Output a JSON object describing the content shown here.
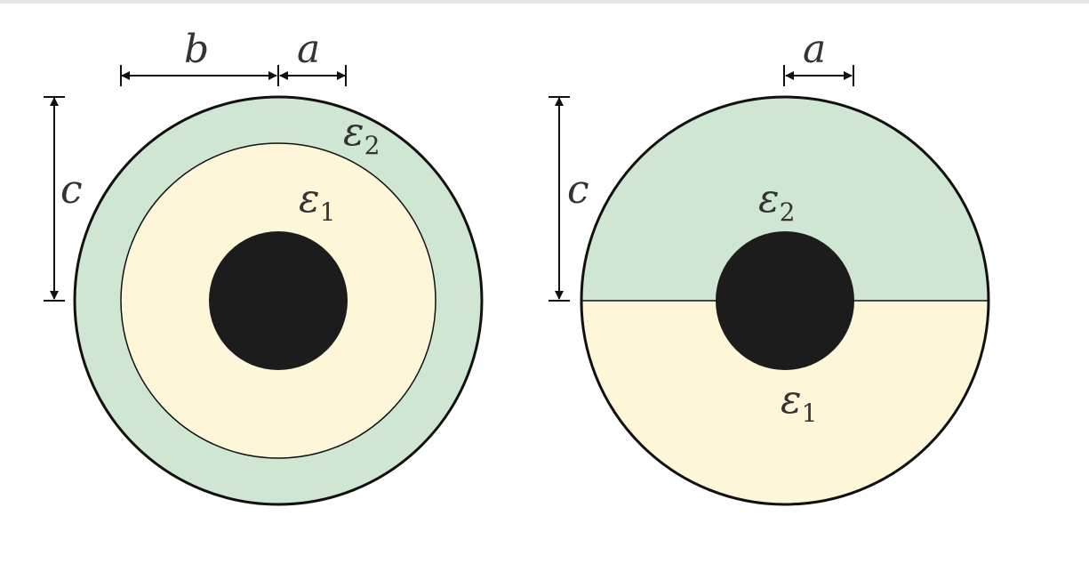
{
  "colors": {
    "outer_shell": "#cfe6d3",
    "inner_layer": "#fdf6d8",
    "conductor": "#1c1c1c",
    "outline": "#111111",
    "label": "#333333"
  },
  "left_figure": {
    "label_b": "b",
    "label_a": "a",
    "label_c": "c",
    "eps2": "ε",
    "eps2_sub": "2",
    "eps1": "ε",
    "eps1_sub": "1"
  },
  "right_figure": {
    "label_a": "a",
    "label_c": "c",
    "eps2": "ε",
    "eps2_sub": "2",
    "eps1": "ε",
    "eps1_sub": "1"
  }
}
